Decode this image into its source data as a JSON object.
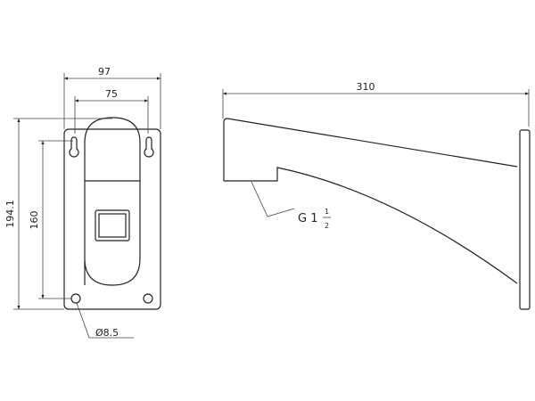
{
  "front_view": {
    "width_label": "97",
    "hole_spacing_label": "75",
    "height_label": "194.1",
    "vertical_spacing_label": "160",
    "hole_diameter_label": "Ø8.5"
  },
  "side_view": {
    "length_label": "310",
    "thread_label": "G 1",
    "thread_fraction_num": "1",
    "thread_fraction_den": "2"
  }
}
